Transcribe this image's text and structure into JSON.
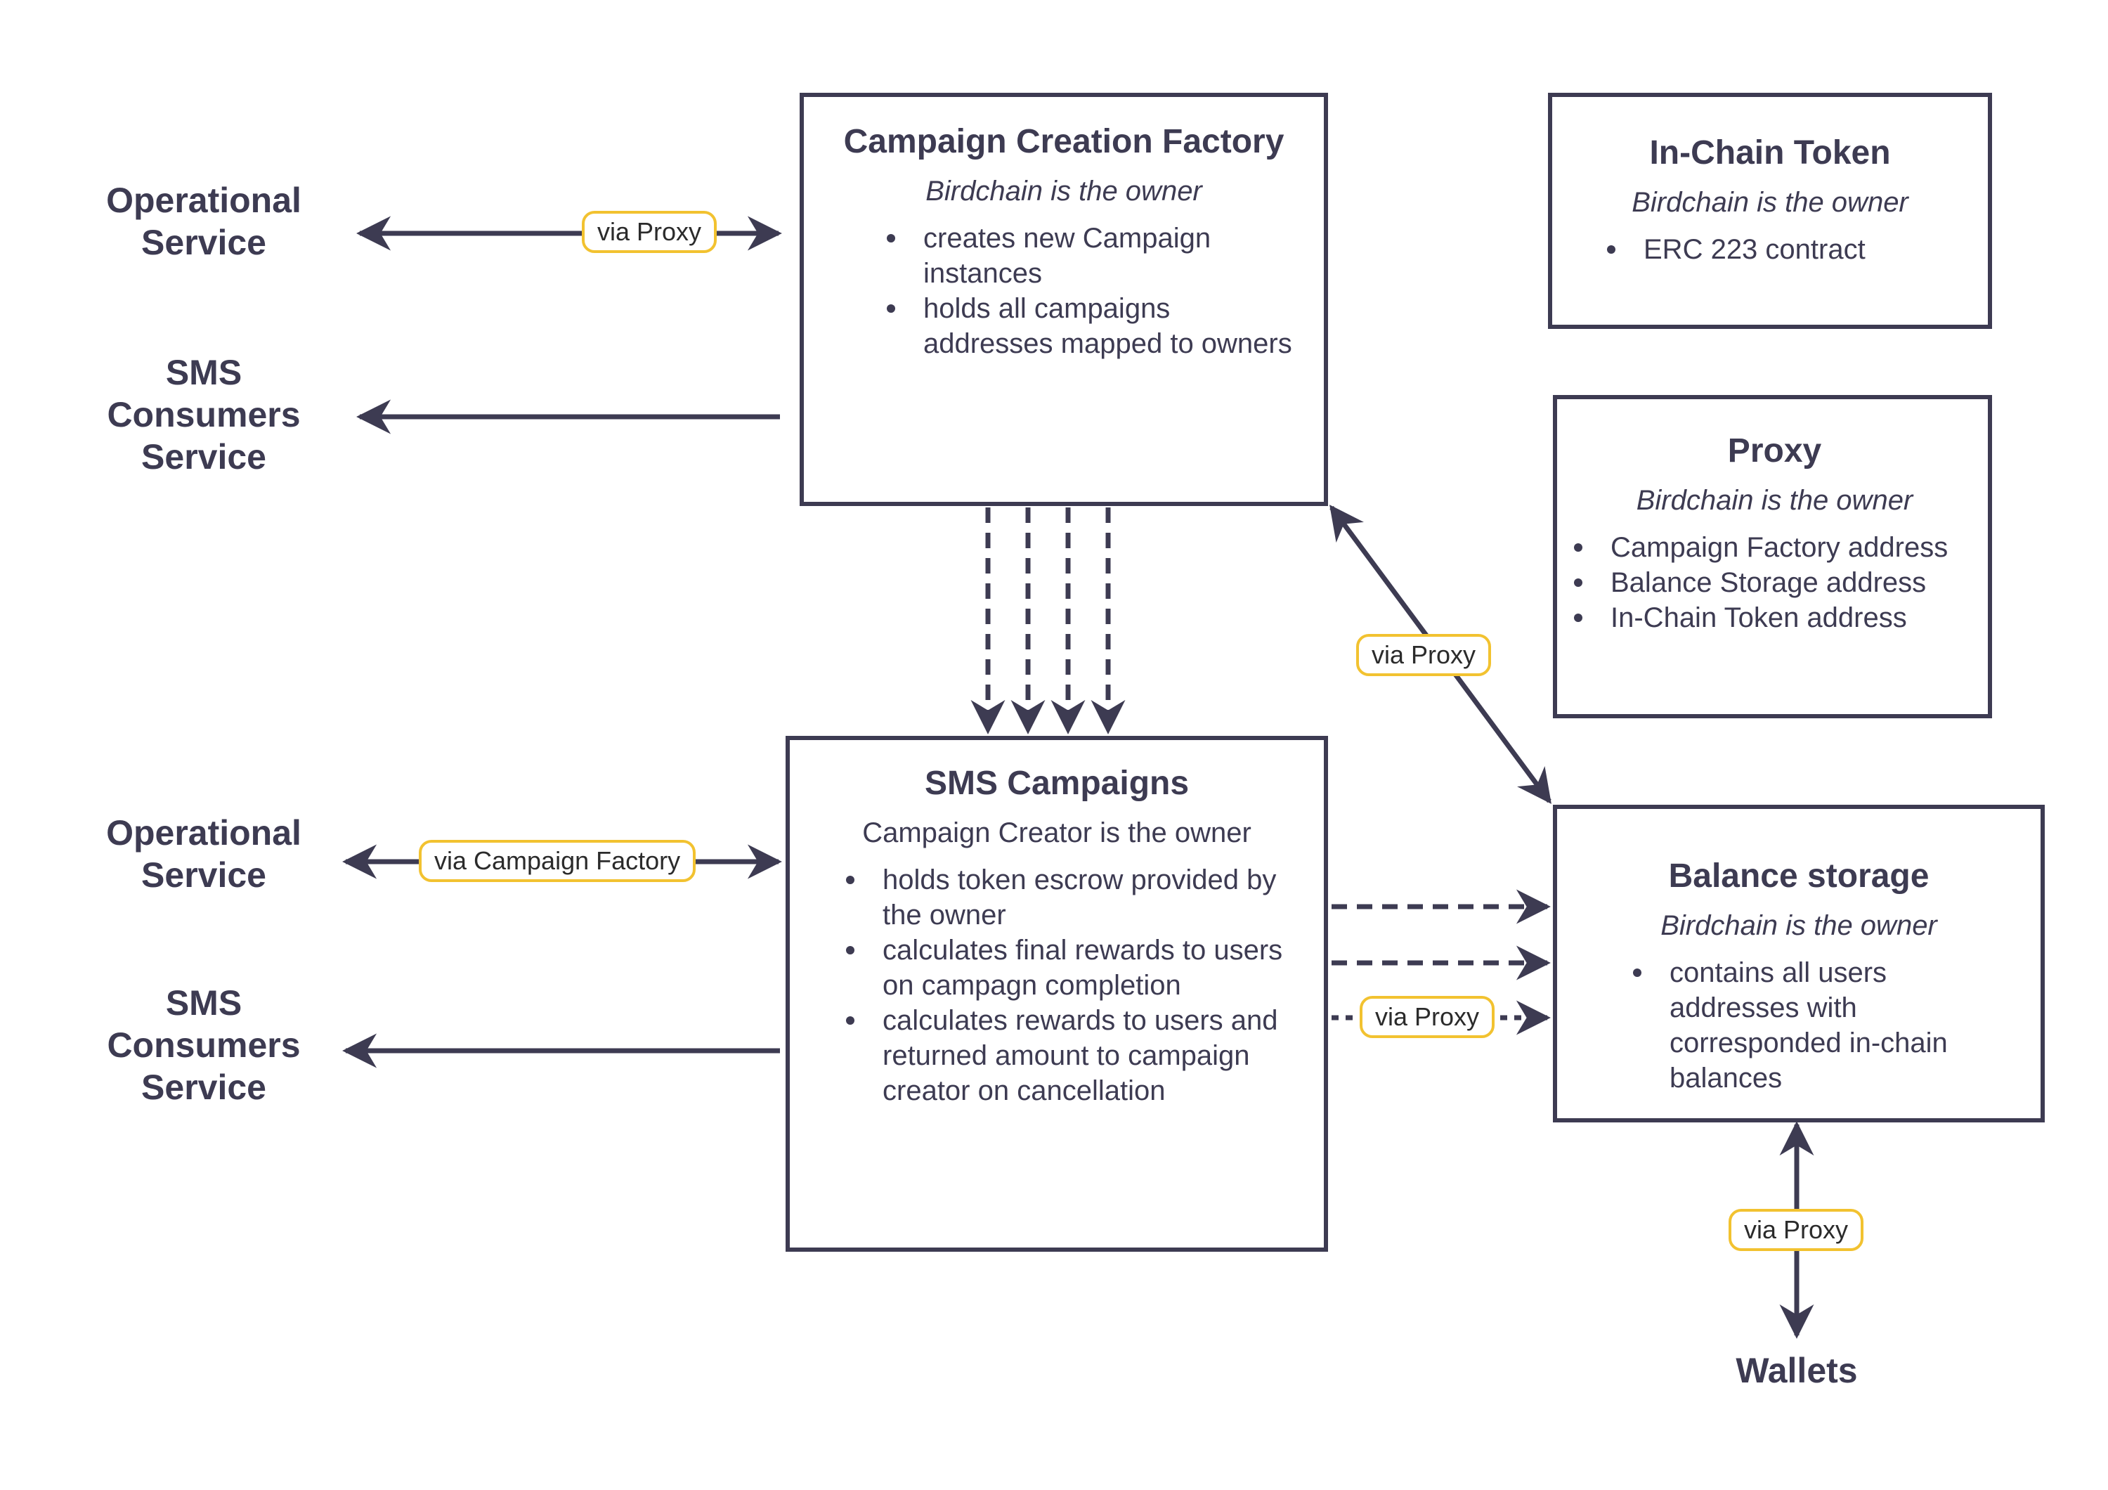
{
  "colors": {
    "ink": "#3d3b52",
    "tag_border": "#f2c230",
    "background": "#ffffff"
  },
  "external": {
    "operational_service_top": "Operational Service",
    "sms_consumers_service_top": "SMS Consumers Service",
    "operational_service_bottom": "Operational Service",
    "sms_consumers_service_bottom": "SMS Consumers Service",
    "wallets": "Wallets"
  },
  "campaign_factory": {
    "title": "Campaign Creation Factory",
    "owner": "Birdchain is the owner",
    "bullets": [
      "creates new Campaign instances",
      "holds all campaigns addresses mapped to owners"
    ]
  },
  "in_chain_token": {
    "title": "In-Chain Token",
    "owner": "Birdchain is the owner",
    "bullets": [
      "ERC 223 contract"
    ]
  },
  "proxy": {
    "title": "Proxy",
    "owner": "Birdchain is the owner",
    "bullets": [
      "Campaign Factory address",
      "Balance Storage address",
      "In-Chain Token address"
    ]
  },
  "sms_campaigns": {
    "title": "SMS Campaigns",
    "owner": "Campaign Creator is the owner",
    "bullets": [
      "holds token escrow provided by the owner",
      "calculates final rewards to users on campagn completion",
      "calculates rewards to users and returned amount to campaign creator on cancellation"
    ]
  },
  "balance_storage": {
    "title": "Balance storage",
    "owner": "Birdchain is the owner",
    "bullets": [
      "contains all users addresses with corresponded in-chain balances"
    ]
  },
  "edge_labels": {
    "operational_to_factory": "via Proxy",
    "factory_to_balance": "via Proxy",
    "operational_to_campaigns": "via Campaign Factory",
    "campaigns_to_balance": "via Proxy",
    "balance_to_wallets": "via Proxy"
  }
}
